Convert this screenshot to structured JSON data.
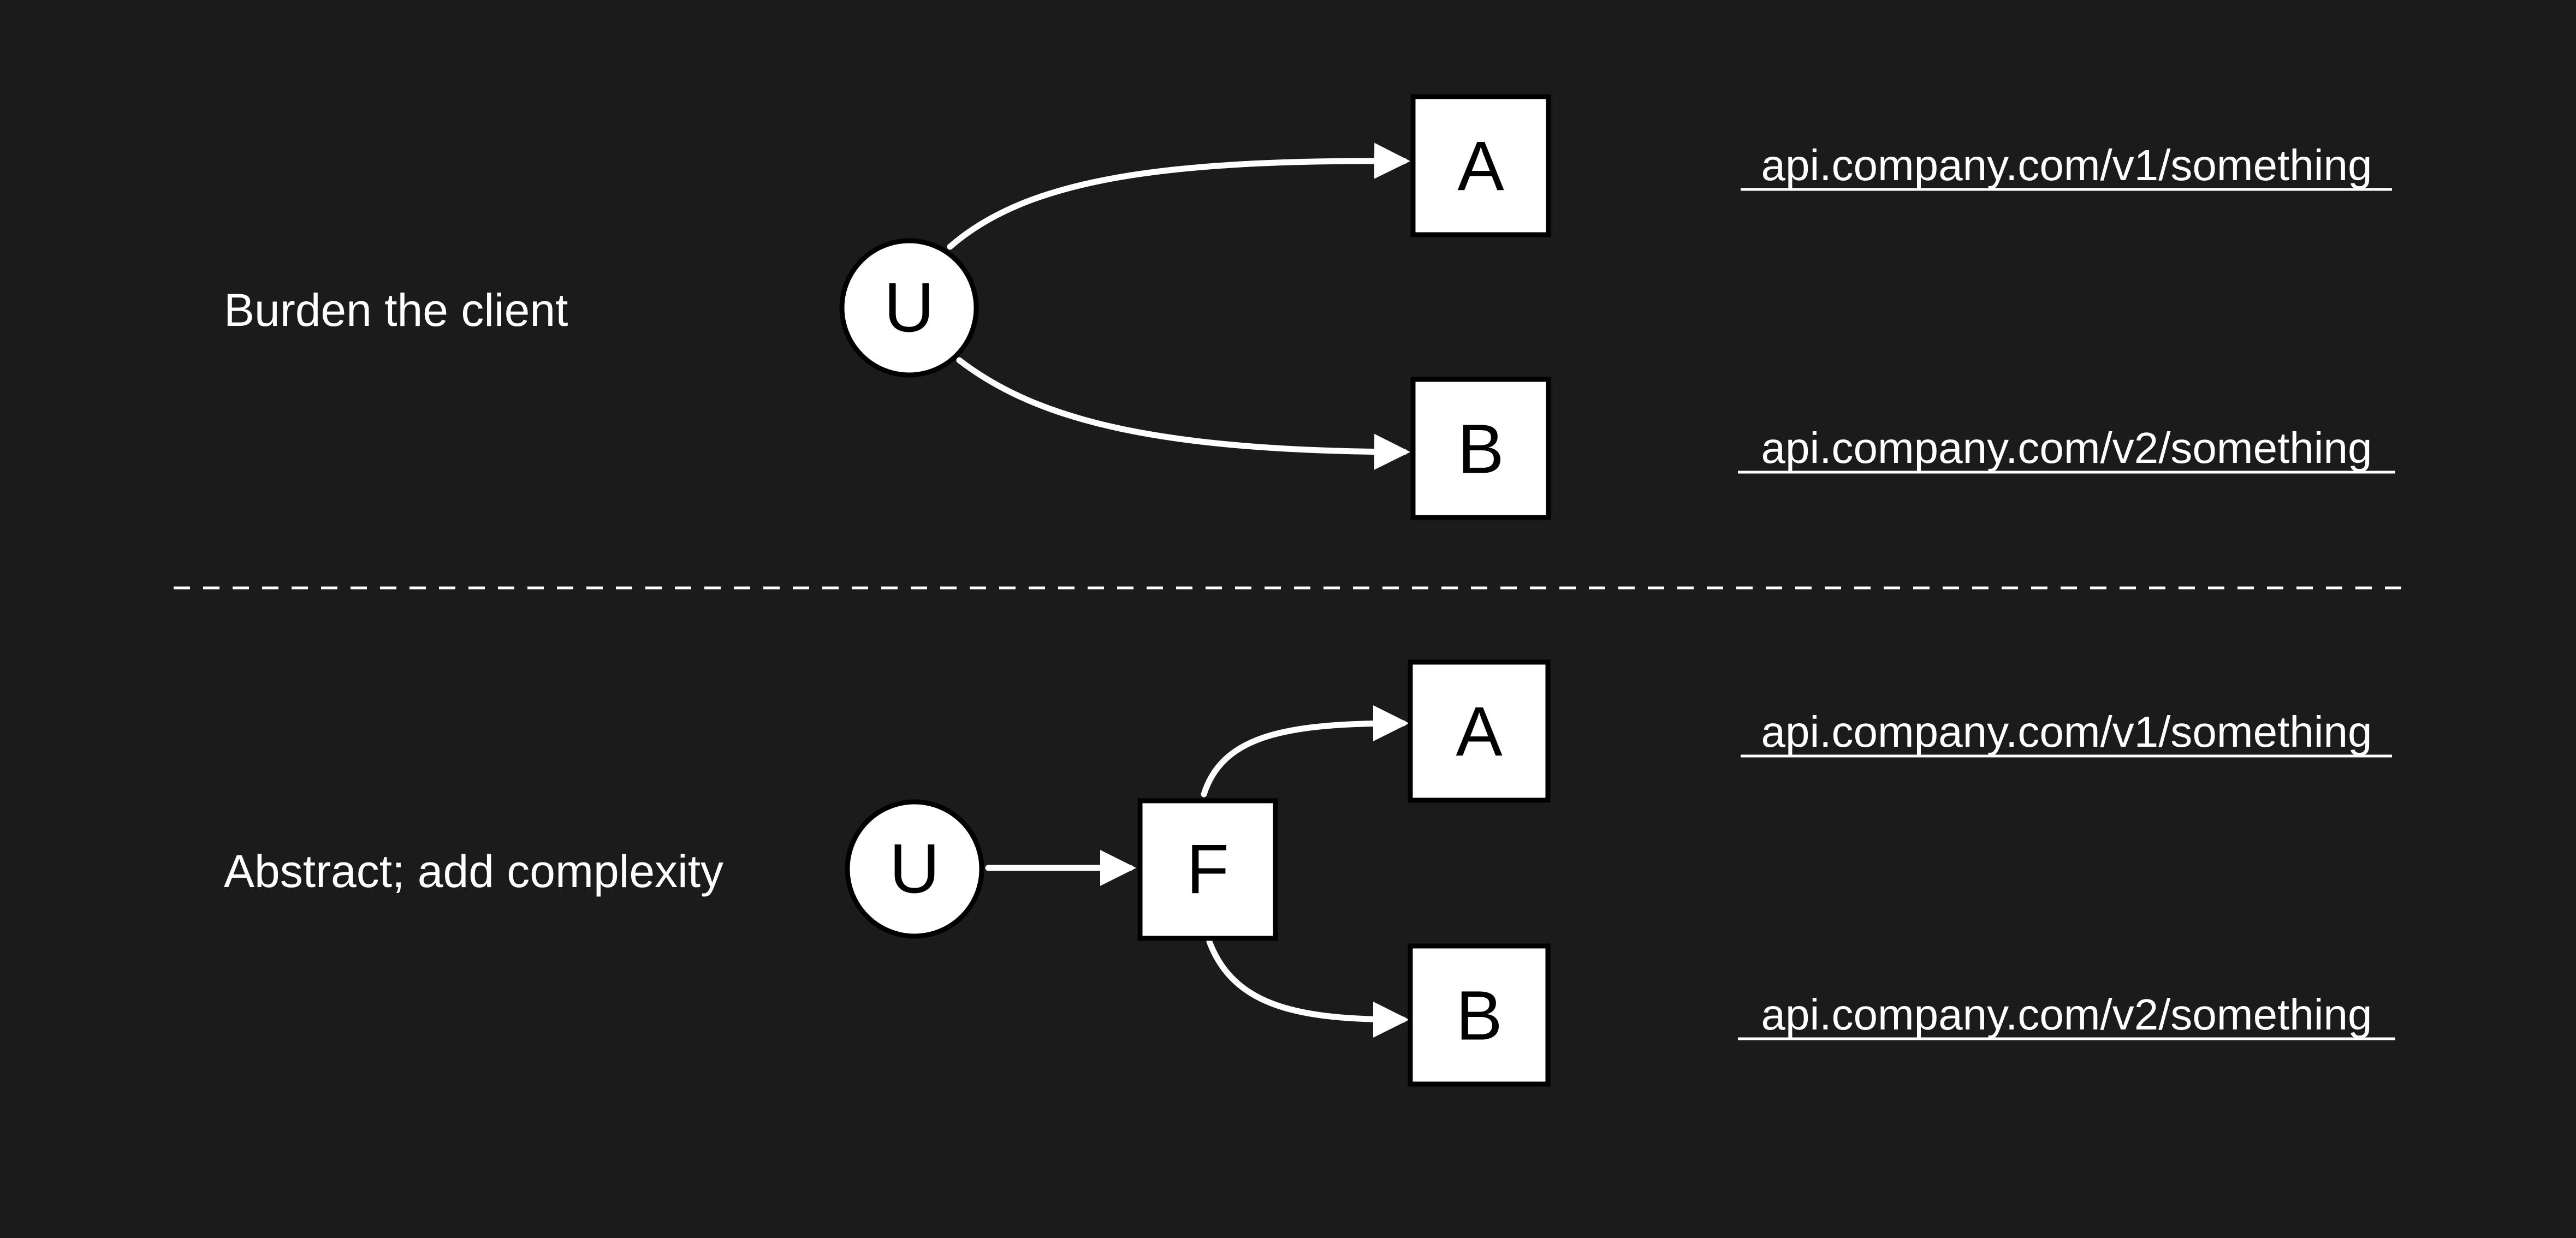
{
  "colors": {
    "background": "#1b1b1b",
    "foreground": "#ffffff",
    "node_fill": "#ffffff",
    "node_text": "#000000"
  },
  "sections": [
    {
      "id": "top",
      "label": "Burden the client",
      "nodes": {
        "user": "U",
        "service_a": "A",
        "service_b": "B"
      },
      "urls": [
        "api.company.com/v1/something",
        "api.company.com/v2/something"
      ]
    },
    {
      "id": "bottom",
      "label": "Abstract; add complexity",
      "nodes": {
        "user": "U",
        "facade": "F",
        "service_a": "A",
        "service_b": "B"
      },
      "urls": [
        "api.company.com/v1/something",
        "api.company.com/v2/something"
      ]
    }
  ]
}
